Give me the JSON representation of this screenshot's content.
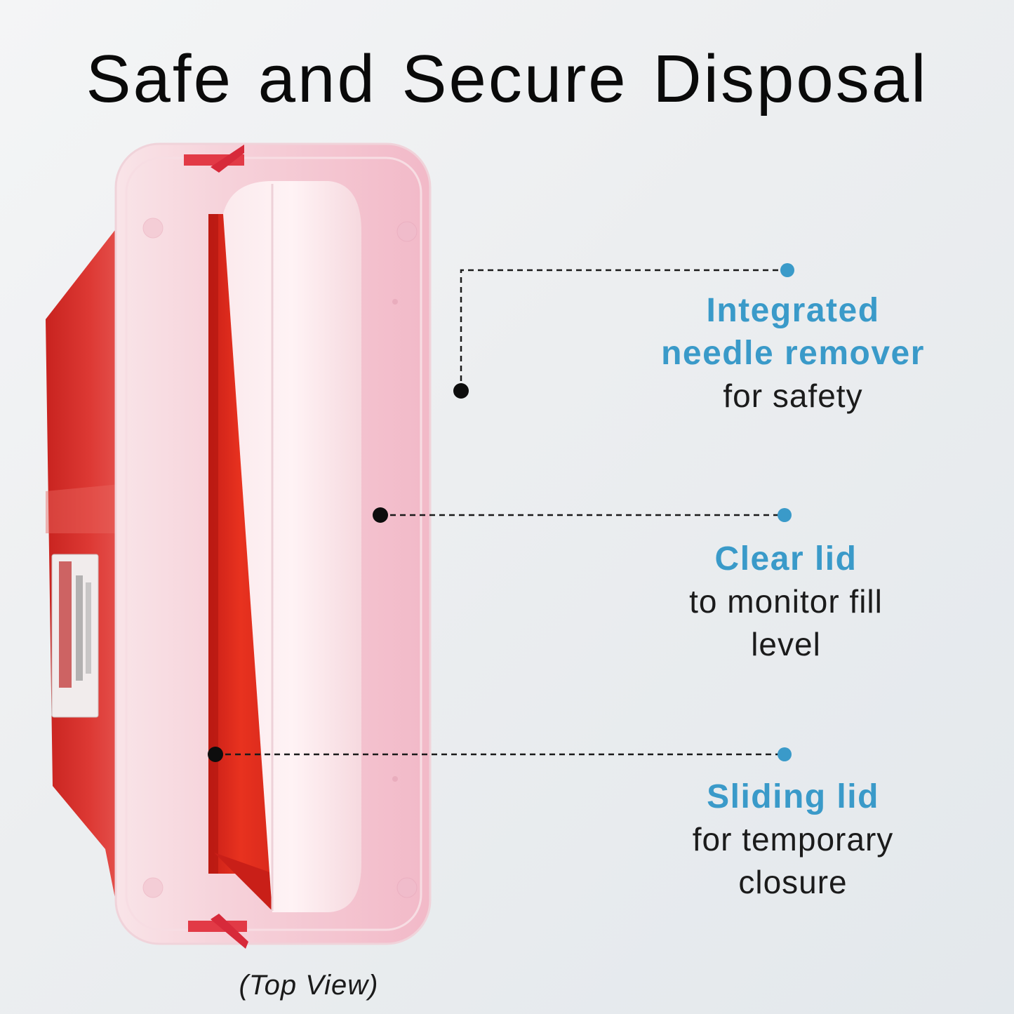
{
  "header": {
    "title": "Safe and Secure Disposal"
  },
  "product_image": {
    "icon": "sharps-container-top-view"
  },
  "callouts": [
    {
      "highlight": "Integrated needle remover",
      "highlight_lines": [
        "Integrated",
        "needle remover"
      ],
      "detail_lines": [
        "for safety"
      ]
    },
    {
      "highlight": "Clear lid",
      "highlight_lines": [
        "Clear lid"
      ],
      "detail_lines": [
        "to monitor fill",
        "level"
      ]
    },
    {
      "highlight": "Sliding lid",
      "highlight_lines": [
        "Sliding lid"
      ],
      "detail_lines": [
        "for temporary",
        "closure"
      ]
    }
  ],
  "caption": "(Top View)",
  "colors": {
    "accent": "#3a9ac9",
    "container_red": "#d8302c",
    "lid_pink": "#f3c3cf",
    "background": "#eceef0",
    "text": "#0a0a0a"
  }
}
